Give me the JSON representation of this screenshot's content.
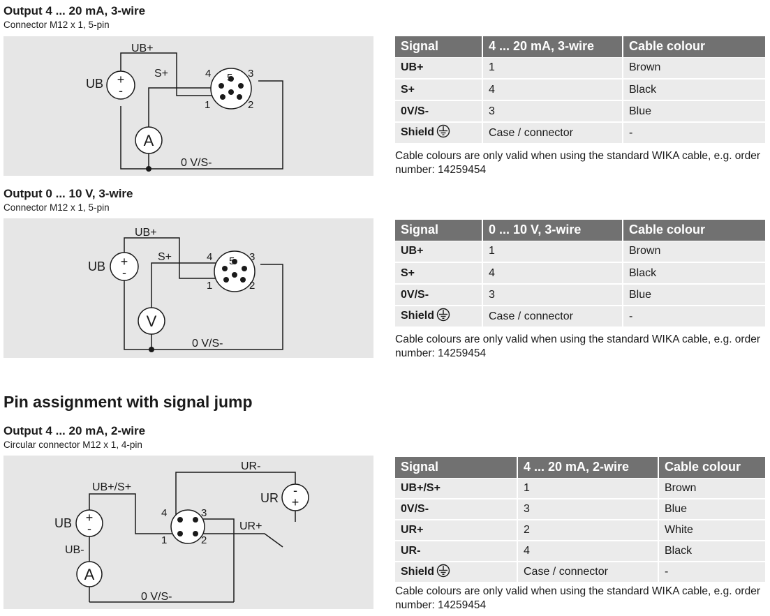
{
  "sections": [
    {
      "title": "Output 4 ... 20 mA, 3-wire",
      "subtitle": "Connector M12 x 1, 5-pin",
      "diagram": {
        "supply": "UB",
        "supply_line": "UB+",
        "signal_line": "S+",
        "return_line": "0 V/S-",
        "meter": "A",
        "pins": [
          "1",
          "2",
          "3",
          "4",
          "5"
        ]
      },
      "table": {
        "headers": [
          "Signal",
          "4 ... 20 mA, 3-wire",
          "Cable colour"
        ],
        "rows": [
          {
            "signal": "UB+",
            "pin": "1",
            "colour": "Brown"
          },
          {
            "signal": "S+",
            "pin": "4",
            "colour": "Black"
          },
          {
            "signal": "0V/S-",
            "pin": "3",
            "colour": "Blue"
          },
          {
            "signal": "Shield",
            "pin": "Case / connector",
            "colour": "-",
            "icon": "ground-icon"
          }
        ]
      },
      "note": "Cable colours are only valid when using the standard WIKA cable, e.g. order number: 14259454"
    },
    {
      "title": "Output 0 ... 10 V, 3-wire",
      "subtitle": "Connector M12 x 1, 5-pin",
      "diagram": {
        "supply": "UB",
        "supply_line": "UB+",
        "signal_line": "S+",
        "return_line": "0 V/S-",
        "meter": "V",
        "pins": [
          "1",
          "2",
          "3",
          "4",
          "5"
        ]
      },
      "table": {
        "headers": [
          "Signal",
          "0 ... 10 V, 3-wire",
          "Cable colour"
        ],
        "rows": [
          {
            "signal": "UB+",
            "pin": "1",
            "colour": "Brown"
          },
          {
            "signal": "S+",
            "pin": "4",
            "colour": "Black"
          },
          {
            "signal": "0V/S-",
            "pin": "3",
            "colour": "Blue"
          },
          {
            "signal": "Shield",
            "pin": "Case / connector",
            "colour": "-",
            "icon": "ground-icon"
          }
        ]
      },
      "note": "Cable colours are only valid when using the standard WIKA cable, e.g. order number: 14259454"
    }
  ],
  "heading": "Pin assignment with signal jump",
  "section3": {
    "title": "Output 4 ... 20 mA, 2-wire",
    "subtitle": "Circular connector M12 x 1, 4-pin",
    "diagram": {
      "ur_line": "UR-",
      "ur": "UR",
      "ur_plus": "UR+",
      "supply_line": "UB+/S+",
      "supply": "UB",
      "ub_minus": "UB-",
      "meter": "A",
      "return_line": "0 V/S-",
      "pins": [
        "1",
        "2",
        "3",
        "4"
      ]
    },
    "table": {
      "headers": [
        "Signal",
        "4 ... 20 mA, 2-wire",
        "Cable colour"
      ],
      "rows": [
        {
          "signal": "UB+/S+",
          "pin": "1",
          "colour": "Brown"
        },
        {
          "signal": "0V/S-",
          "pin": "3",
          "colour": "Blue"
        },
        {
          "signal": "UR+",
          "pin": "2",
          "colour": "White"
        },
        {
          "signal": "UR-",
          "pin": "4",
          "colour": "Black"
        },
        {
          "signal": "Shield",
          "pin": "Case / connector",
          "colour": "-",
          "icon": "ground-icon"
        }
      ]
    },
    "note": "Cable colours are only valid when using the standard WIKA cable, e.g. order number: 14259454"
  }
}
